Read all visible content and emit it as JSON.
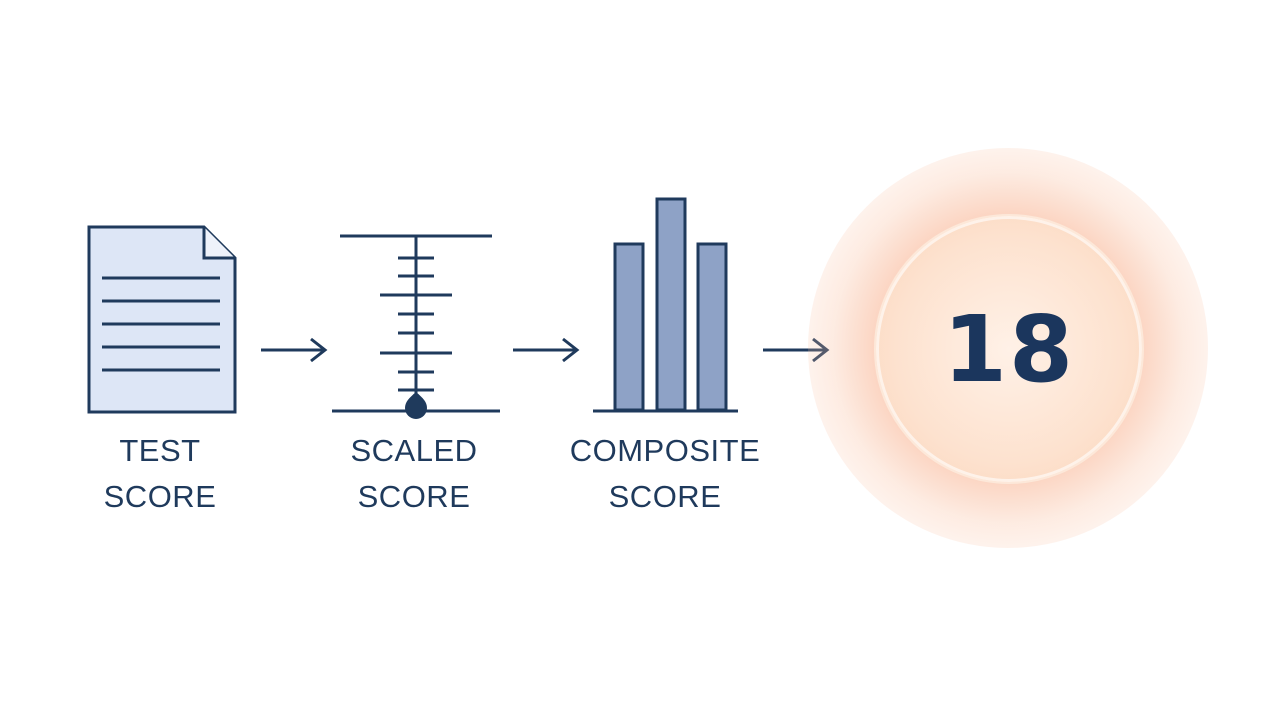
{
  "steps": [
    {
      "line1": "TEST",
      "line2": "SCORE",
      "icon": "document-icon"
    },
    {
      "line1": "SCALED",
      "line2": "SCORE",
      "icon": "scale-icon"
    },
    {
      "line1": "COMPOSITE",
      "line2": "SCORE",
      "icon": "bar-chart-icon"
    }
  ],
  "result": {
    "value": "18"
  },
  "colors": {
    "ink": "#1f3a5c",
    "document_fill": "#dde6f6",
    "bar_fill": "#8ea2c6",
    "glow": "#f7a076",
    "circle_fill": "#fde2cf"
  }
}
